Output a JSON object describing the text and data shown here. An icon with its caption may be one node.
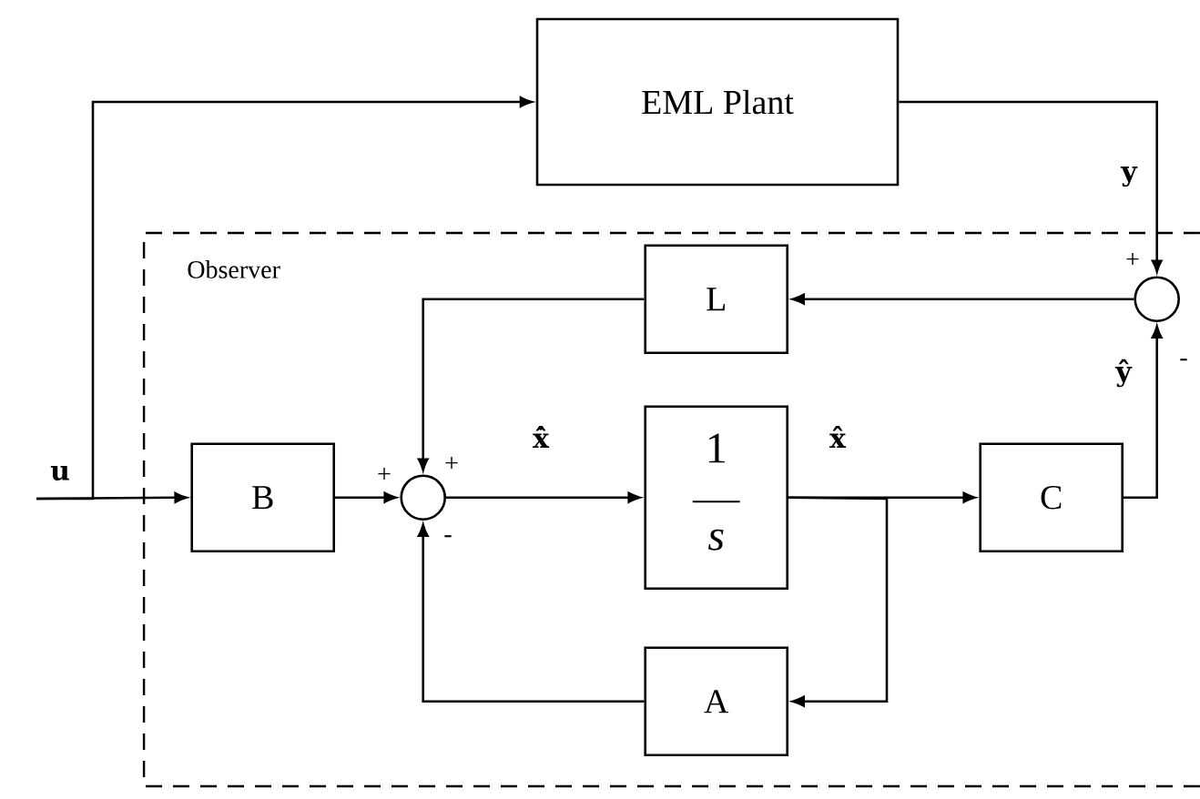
{
  "diagram": {
    "nodes": [
      {
        "text": [
          "Observer"
        ]
      },
      {
        "text": [
          "EML Plant"
        ]
      },
      {
        "text": [
          "L"
        ],
        "in": 0
      },
      {
        "text": [
          "B"
        ],
        "in": 0
      },
      {
        "text": [],
        "shape": "circle",
        "in": 0
      },
      {
        "text": [
          "1",
          "s"
        ],
        "in": 0
      },
      {
        "text": [
          "C"
        ],
        "in": 0
      },
      {
        "text": [
          "A"
        ],
        "in": 0
      },
      {
        "text": [],
        "shape": "circle",
        "in": 0
      }
    ],
    "edges": [
      {
        "from": null,
        "to": 3,
        "arrow": "to",
        "label": "u"
      },
      {
        "from": null,
        "to": 1,
        "arrow": "to"
      },
      {
        "from": 3,
        "to": 4,
        "arrow": "to"
      },
      {
        "from": 2,
        "to": 4,
        "arrow": "to"
      },
      {
        "from": 4,
        "to": 5,
        "arrow": "to",
        "label": "x̂̇"
      },
      {
        "from": 5,
        "to": 6,
        "arrow": "to",
        "label": "x̂"
      },
      {
        "from": 5,
        "to": 7,
        "arrow": "to"
      },
      {
        "from": 7,
        "to": 4,
        "arrow": "to"
      },
      {
        "from": 6,
        "to": 8,
        "arrow": "to",
        "label": "ŷ"
      },
      {
        "from": 1,
        "to": 8,
        "arrow": "to",
        "label": "y"
      },
      {
        "from": 8,
        "to": 2,
        "arrow": "to"
      }
    ],
    "labels": [
      "+",
      "+",
      "-",
      "+",
      "-"
    ]
  }
}
